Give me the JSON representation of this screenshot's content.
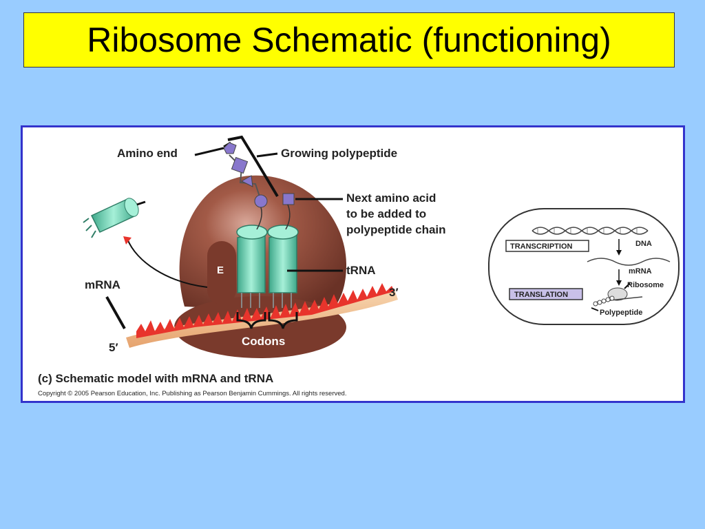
{
  "slide": {
    "title": "Ribosome Schematic (functioning)"
  },
  "figure": {
    "labels": {
      "amino_end": "Amino end",
      "growing_polypeptide": "Growing polypeptide",
      "next_amino_line1": "Next amino acid",
      "next_amino_line2": "to be added to",
      "next_amino_line3": "polypeptide chain",
      "trna": "tRNA",
      "mrna": "mRNA",
      "three_prime": "3′",
      "five_prime": "5′",
      "e_site": "E",
      "codons": "Codons"
    },
    "caption": "(c) Schematic model with mRNA and tRNA",
    "copyright": "Copyright © 2005 Pearson Education, Inc. Publishing as Pearson Benjamin Cummings. All rights reserved.",
    "inset": {
      "transcription": "TRANSCRIPTION",
      "translation": "TRANSLATION",
      "dna": "DNA",
      "mrna": "mRNA",
      "ribosome": "Ribosome",
      "polypeptide": "Polypeptide"
    }
  },
  "colors": {
    "background": "#99ccff",
    "title_bg": "#ffff00",
    "frame": "#3333cc",
    "ribosome": "#8b4a3a",
    "trna": "#5fc9a8",
    "mrna": "#e8342c",
    "amino_acid": "#8877cc"
  }
}
